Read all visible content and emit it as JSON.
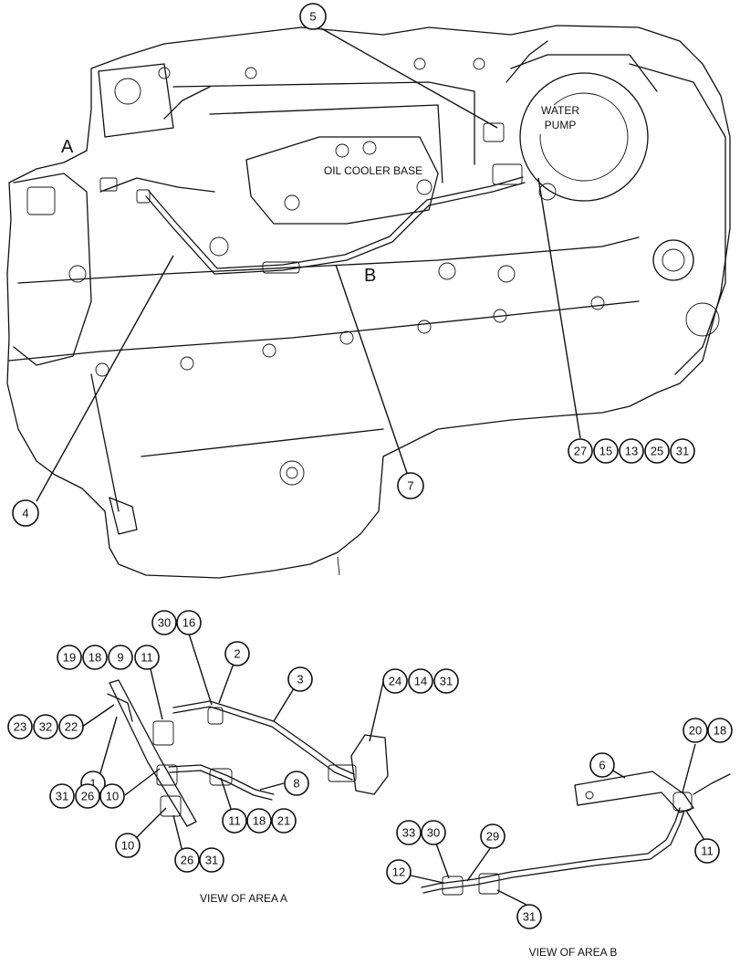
{
  "area_labels": {
    "a": "A",
    "b": "B"
  },
  "component_labels": {
    "water_pump_line1": "WATER",
    "water_pump_line2": "PUMP",
    "oil_cooler_base": "OIL COOLER BASE"
  },
  "views": {
    "a": "VIEW OF AREA  A",
    "b": "VIEW OF AREA  B"
  },
  "callouts": {
    "c5": "5",
    "c4": "4",
    "c7": "7",
    "c27": "27",
    "c15": "15",
    "c13": "13",
    "c25": "25",
    "c31_main": "31",
    "c30_a": "30",
    "c16": "16",
    "c19": "19",
    "c18_a": "18",
    "c9": "9",
    "c11_a": "11",
    "c2": "2",
    "c3": "3",
    "c24": "24",
    "c14": "14",
    "c31_a1": "31",
    "c23": "23",
    "c32": "32",
    "c22": "22",
    "c1": "1",
    "c8": "8",
    "c31_a2": "31",
    "c26_a1": "26",
    "c10_a1": "10",
    "c11_b1": "11",
    "c18_b1": "18",
    "c21": "21",
    "c10_a2": "10",
    "c26_a2": "26",
    "c31_a3": "31",
    "c6": "6",
    "c20": "20",
    "c18_b2": "18",
    "c11_b2": "11",
    "c33": "33",
    "c30_b": "30",
    "c29": "29",
    "c12": "12",
    "c31_b": "31"
  }
}
